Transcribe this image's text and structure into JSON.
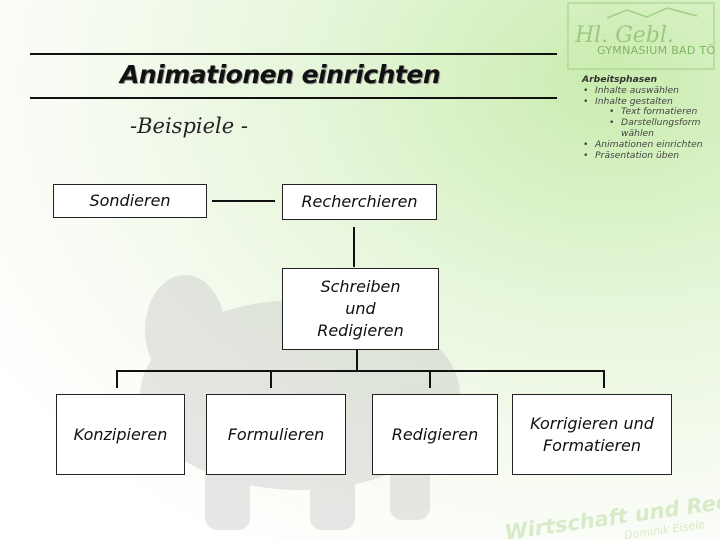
{
  "slide": {
    "title": "Animationen einrichten",
    "subtitle": "-Beispiele -"
  },
  "logo": {
    "script_text": "Hl. Gebl.",
    "school_name": "GYMNASIUM BAD TÖLZ"
  },
  "side_notes": {
    "heading": "Arbeitsphasen",
    "items": [
      {
        "level": 1,
        "text": "Inhalte auswählen"
      },
      {
        "level": 1,
        "text": "Inhalte gestalten"
      },
      {
        "level": 2,
        "text": "Text formatieren"
      },
      {
        "level": 2,
        "text": "Darstellungsform wählen"
      },
      {
        "level": 1,
        "text": "Animationen einrichten"
      },
      {
        "level": 1,
        "text": "Präsentation üben"
      }
    ]
  },
  "diagram": {
    "nodes": {
      "sondieren": "Sondieren",
      "recherchieren": "Recherchieren",
      "schreiben": "Schreiben\nund\nRedigieren",
      "konzipieren": "Konzipieren",
      "formulieren": "Formulieren",
      "redigieren": "Redigieren",
      "korrigieren": "Korrigieren und\nFormatieren"
    }
  },
  "watermark": {
    "line1": "Wirtschaft und Recht",
    "line2": "Dominik Eisele"
  },
  "colors": {
    "background_accent": "#c9ecae",
    "logo_green": "#6aa84f"
  }
}
